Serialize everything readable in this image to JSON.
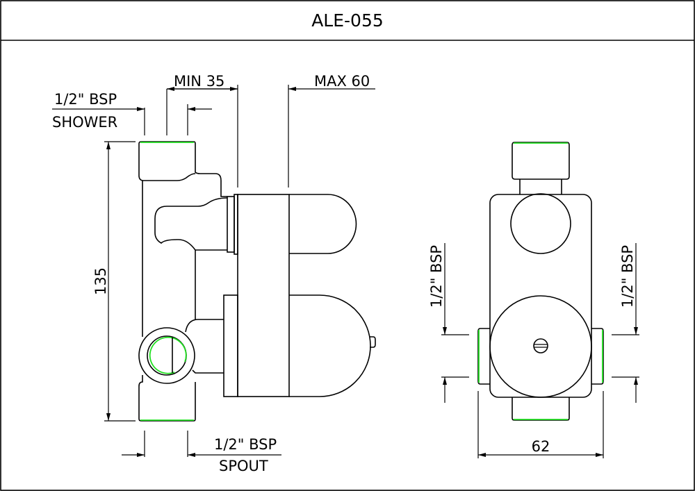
{
  "title": "ALE-055",
  "side_view": {
    "shower_label_1": "1/2\" BSP",
    "shower_label_2": "SHOWER",
    "min_label": "MIN 35",
    "max_label": "MAX 60",
    "height_label": "135",
    "spout_label_1": "1/2\" BSP",
    "spout_label_2": "SPOUT"
  },
  "front_view": {
    "left_label": "1/2\" BSP",
    "right_label": "1/2\" BSP",
    "width_label": "62"
  },
  "colors": {
    "line": "#000000",
    "thread": "#22e022"
  }
}
